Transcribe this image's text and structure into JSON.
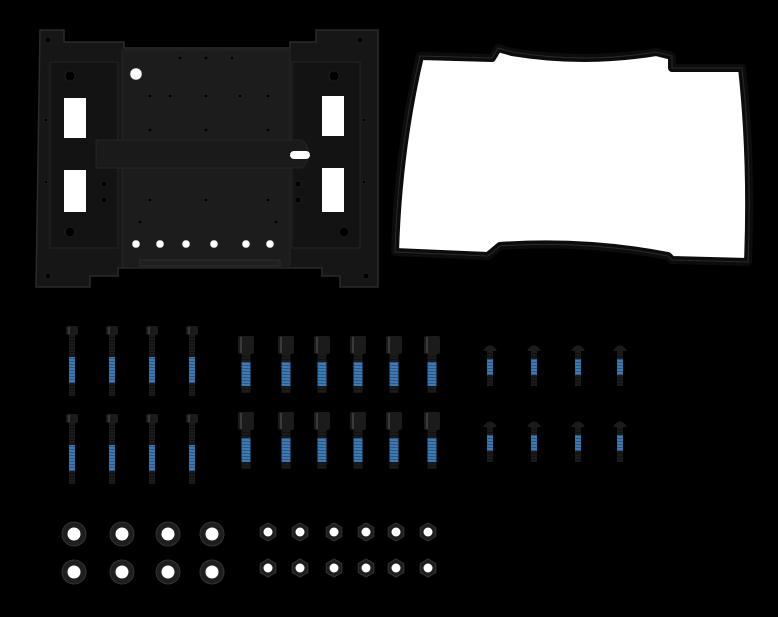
{
  "scene": {
    "description_colors": {
      "background": "#000000",
      "plate": "#161616",
      "plate_edge": "#2a2a2a",
      "plate_hole": "#000000",
      "slot": "#ffffff",
      "gasket_fill": "#ffffff",
      "gasket_border": "#0a0a0a",
      "screw_body": "#1b1b1b",
      "screw_highlight": "#3a3a3a",
      "thread_lock": "#3f86c8",
      "washer_ring": "#1e1e1e",
      "washer_center": "#ffffff"
    },
    "counts": {
      "long_screws": 8,
      "socket_screws": 12,
      "button_screws": 8,
      "washers": 8,
      "nuts": 12
    }
  }
}
